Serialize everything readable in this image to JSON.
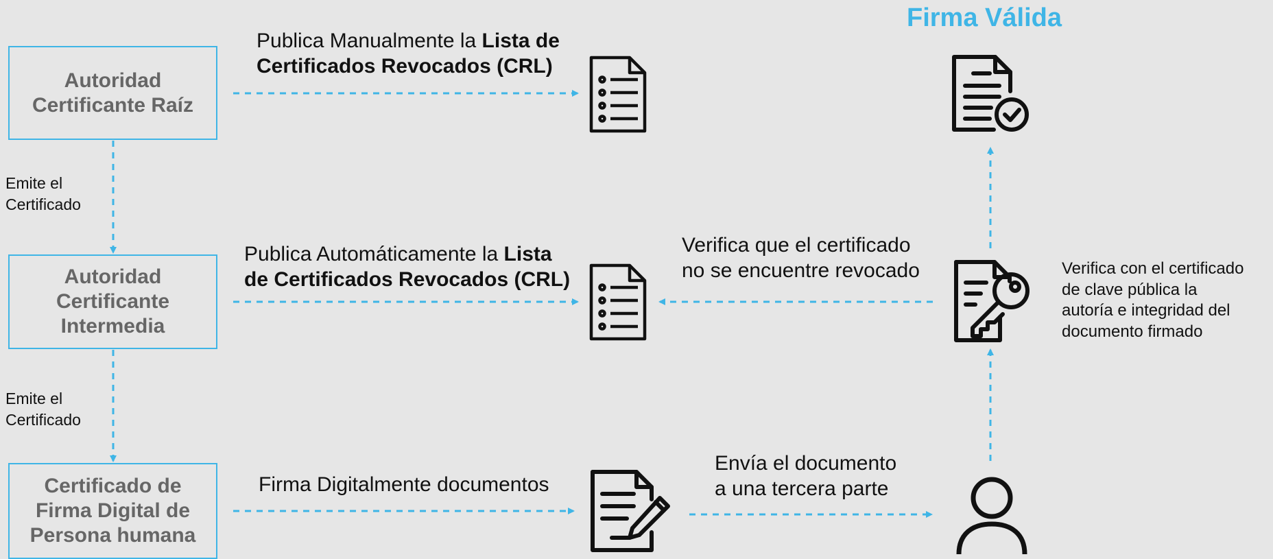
{
  "colors": {
    "accent": "#3fb5e6",
    "background": "#e6e6e6",
    "box_text": "#666666",
    "text": "#111111"
  },
  "title": "Firma Válida",
  "boxes": {
    "root": "Autoridad\nCertificante Raíz",
    "intermediate": "Autoridad\nCertificante\nIntermedia",
    "person": "Certificado de\nFirma Digital de\nPersona humana"
  },
  "labels": {
    "emit_1_line1": "Emite el",
    "emit_1_line2": "Certificado",
    "emit_2_line1": "Emite el",
    "emit_2_line2": "Certificado",
    "crl_manual_prefix": "Publica Manualmente la ",
    "crl_manual_bold1": "Lista de",
    "crl_manual_bold2": "Certificados Revocados (CRL)",
    "crl_auto_prefix": "Publica Automáticamente la ",
    "crl_auto_bold1": "Lista",
    "crl_auto_bold2": "de Certificados Revocados (CRL)",
    "verify_revoked_1": "Verifica que el certificado",
    "verify_revoked_2": "no se encuentre revocado",
    "sign": "Firma Digitalmente documentos",
    "send_1": "Envía el documento",
    "send_2": "a una tercera parte",
    "verify_key_1": "Verifica con el certificado",
    "verify_key_2": "de clave pública la",
    "verify_key_3": "autoría e integridad del",
    "verify_key_4": "documento firmado"
  },
  "icons": [
    "crl-list-document-icon",
    "crl-list-document-icon",
    "sign-document-pen-icon",
    "verified-document-check-icon",
    "document-key-icon",
    "person-icon"
  ]
}
